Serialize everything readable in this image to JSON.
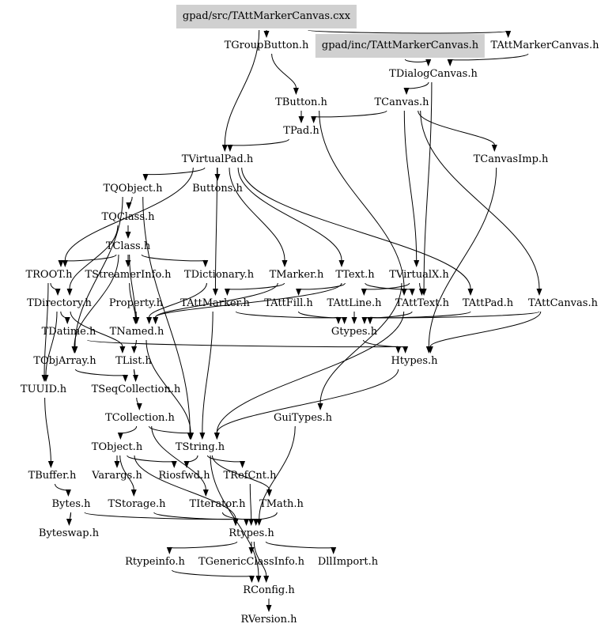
{
  "diagram": {
    "title": "Include dependency graph for gpad/src/TAttMarkerCanvas.cxx",
    "highlight_color": "#d0d0d0",
    "nodes": [
      {
        "id": "src_cxx",
        "label": "gpad/src/TAttMarkerCanvas.cxx",
        "root": true
      },
      {
        "id": "TGroupButton",
        "label": "TGroupButton.h"
      },
      {
        "id": "inc_h",
        "label": "gpad/inc/TAttMarkerCanvas.h",
        "root": true
      },
      {
        "id": "TAttMarkerCanvas",
        "label": "TAttMarkerCanvas.h"
      },
      {
        "id": "TDialogCanvas",
        "label": "TDialogCanvas.h"
      },
      {
        "id": "TButton",
        "label": "TButton.h"
      },
      {
        "id": "TCanvas",
        "label": "TCanvas.h"
      },
      {
        "id": "TPad",
        "label": "TPad.h"
      },
      {
        "id": "TVirtualPad",
        "label": "TVirtualPad.h"
      },
      {
        "id": "TCanvasImp",
        "label": "TCanvasImp.h"
      },
      {
        "id": "Buttons",
        "label": "Buttons.h"
      },
      {
        "id": "TQObject",
        "label": "TQObject.h"
      },
      {
        "id": "TQClass",
        "label": "TQClass.h"
      },
      {
        "id": "TClass",
        "label": "TClass.h"
      },
      {
        "id": "TROOT",
        "label": "TROOT.h"
      },
      {
        "id": "TStreamerInfo",
        "label": "TStreamerInfo.h"
      },
      {
        "id": "TDictionary",
        "label": "TDictionary.h"
      },
      {
        "id": "TMarker",
        "label": "TMarker.h"
      },
      {
        "id": "TText",
        "label": "TText.h"
      },
      {
        "id": "TVirtualX",
        "label": "TVirtualX.h"
      },
      {
        "id": "TDirectory",
        "label": "TDirectory.h"
      },
      {
        "id": "Property",
        "label": "Property.h"
      },
      {
        "id": "TAttMarker",
        "label": "TAttMarker.h"
      },
      {
        "id": "TAttFill",
        "label": "TAttFill.h"
      },
      {
        "id": "TAttLine",
        "label": "TAttLine.h"
      },
      {
        "id": "TAttText",
        "label": "TAttText.h"
      },
      {
        "id": "TAttPad",
        "label": "TAttPad.h"
      },
      {
        "id": "TAttCanvas",
        "label": "TAttCanvas.h"
      },
      {
        "id": "TDatime",
        "label": "TDatime.h"
      },
      {
        "id": "TNamed",
        "label": "TNamed.h"
      },
      {
        "id": "Gtypes",
        "label": "Gtypes.h"
      },
      {
        "id": "TObjArray",
        "label": "TObjArray.h"
      },
      {
        "id": "TList",
        "label": "TList.h"
      },
      {
        "id": "Htypes",
        "label": "Htypes.h"
      },
      {
        "id": "TUUID",
        "label": "TUUID.h"
      },
      {
        "id": "TSeqCollection",
        "label": "TSeqCollection.h"
      },
      {
        "id": "TCollection",
        "label": "TCollection.h"
      },
      {
        "id": "GuiTypes",
        "label": "GuiTypes.h"
      },
      {
        "id": "TObject",
        "label": "TObject.h"
      },
      {
        "id": "TString",
        "label": "TString.h"
      },
      {
        "id": "TBuffer",
        "label": "TBuffer.h"
      },
      {
        "id": "Varargs",
        "label": "Varargs.h"
      },
      {
        "id": "Riosfwd",
        "label": "Riosfwd.h"
      },
      {
        "id": "TRefCnt",
        "label": "TRefCnt.h"
      },
      {
        "id": "Bytes",
        "label": "Bytes.h"
      },
      {
        "id": "TStorage",
        "label": "TStorage.h"
      },
      {
        "id": "TIterator",
        "label": "TIterator.h"
      },
      {
        "id": "TMath",
        "label": "TMath.h"
      },
      {
        "id": "Byteswap",
        "label": "Byteswap.h"
      },
      {
        "id": "Rtypes",
        "label": "Rtypes.h"
      },
      {
        "id": "Rtypeinfo",
        "label": "Rtypeinfo.h"
      },
      {
        "id": "TGenericClassInfo",
        "label": "TGenericClassInfo.h"
      },
      {
        "id": "DllImport",
        "label": "DllImport.h"
      },
      {
        "id": "RConfig",
        "label": "RConfig.h"
      },
      {
        "id": "RVersion",
        "label": "RVersion.h"
      }
    ],
    "edges": [
      [
        "src_cxx",
        "TGroupButton"
      ],
      [
        "src_cxx",
        "TAttMarkerCanvas"
      ],
      [
        "src_cxx",
        "TVirtualPad"
      ],
      [
        "inc_h",
        "TDialogCanvas"
      ],
      [
        "TAttMarkerCanvas",
        "TDialogCanvas"
      ],
      [
        "TGroupButton",
        "TButton"
      ],
      [
        "TDialogCanvas",
        "TCanvas"
      ],
      [
        "TDialogCanvas",
        "TAttText"
      ],
      [
        "TButton",
        "TPad"
      ],
      [
        "TButton",
        "TAttText"
      ],
      [
        "TCanvas",
        "TPad"
      ],
      [
        "TCanvas",
        "TCanvasImp"
      ],
      [
        "TCanvas",
        "TAttCanvas"
      ],
      [
        "TCanvas",
        "TVirtualX"
      ],
      [
        "TPad",
        "TVirtualPad"
      ],
      [
        "TVirtualPad",
        "Buttons"
      ],
      [
        "TVirtualPad",
        "TQObject"
      ],
      [
        "TVirtualPad",
        "TAttPad"
      ],
      [
        "TVirtualPad",
        "TAttMarker"
      ],
      [
        "TVirtualPad",
        "TText"
      ],
      [
        "TVirtualPad",
        "TMarker"
      ],
      [
        "TVirtualPad",
        "TROOT"
      ],
      [
        "TCanvasImp",
        "Htypes"
      ],
      [
        "TQObject",
        "TQClass"
      ],
      [
        "TQObject",
        "TString"
      ],
      [
        "TQObject",
        "TObjArray"
      ],
      [
        "TQClass",
        "TClass"
      ],
      [
        "TQClass",
        "TDirectory"
      ],
      [
        "TClass",
        "TROOT"
      ],
      [
        "TClass",
        "TStreamerInfo"
      ],
      [
        "TClass",
        "TDictionary"
      ],
      [
        "TClass",
        "TObjArray"
      ],
      [
        "TClass",
        "TNamed"
      ],
      [
        "TROOT",
        "TDirectory"
      ],
      [
        "TROOT",
        "TUUID"
      ],
      [
        "TStreamerInfo",
        "TNamed"
      ],
      [
        "TDictionary",
        "TNamed"
      ],
      [
        "Property",
        "TNamed"
      ],
      [
        "TDirectory",
        "TDatime"
      ],
      [
        "TDirectory",
        "TList"
      ],
      [
        "TDirectory",
        "TUUID"
      ],
      [
        "TMarker",
        "TAttMarker"
      ],
      [
        "TMarker",
        "TNamed"
      ],
      [
        "TText",
        "TAttText"
      ],
      [
        "TText",
        "TAttFill"
      ],
      [
        "TText",
        "TNamed"
      ],
      [
        "TVirtualX",
        "TAttText"
      ],
      [
        "TVirtualX",
        "GuiTypes"
      ],
      [
        "TVirtualX",
        "TAttLine"
      ],
      [
        "TAttMarker",
        "Gtypes"
      ],
      [
        "TAttMarker",
        "TString"
      ],
      [
        "TAttFill",
        "Gtypes"
      ],
      [
        "TAttLine",
        "Gtypes"
      ],
      [
        "TAttText",
        "Gtypes"
      ],
      [
        "TAttText",
        "TString"
      ],
      [
        "TAttPad",
        "Gtypes"
      ],
      [
        "TAttCanvas",
        "Gtypes"
      ],
      [
        "TAttCanvas",
        "Htypes"
      ],
      [
        "Gtypes",
        "Htypes"
      ],
      [
        "TDatime",
        "Htypes"
      ],
      [
        "TNamed",
        "TList"
      ],
      [
        "TNamed",
        "TString"
      ],
      [
        "TObjArray",
        "TSeqCollection"
      ],
      [
        "TList",
        "TSeqCollection"
      ],
      [
        "TSeqCollection",
        "TCollection"
      ],
      [
        "TCollection",
        "TObject"
      ],
      [
        "TCollection",
        "TString"
      ],
      [
        "TCollection",
        "TIterator"
      ],
      [
        "TUUID",
        "TBuffer"
      ],
      [
        "Htypes",
        "TString"
      ],
      [
        "TObject",
        "Varargs"
      ],
      [
        "TObject",
        "Riosfwd"
      ],
      [
        "TObject",
        "TStorage"
      ],
      [
        "TObject",
        "Rtypes"
      ],
      [
        "TString",
        "Riosfwd"
      ],
      [
        "TString",
        "TRefCnt"
      ],
      [
        "TString",
        "TMath"
      ],
      [
        "TString",
        "RConfig"
      ],
      [
        "TBuffer",
        "Bytes"
      ],
      [
        "Bytes",
        "Byteswap"
      ],
      [
        "Bytes",
        "Rtypes"
      ],
      [
        "TStorage",
        "Rtypes"
      ],
      [
        "TIterator",
        "Rtypes"
      ],
      [
        "TRefCnt",
        "Rtypes"
      ],
      [
        "TMath",
        "Rtypes"
      ],
      [
        "GuiTypes",
        "Rtypes"
      ],
      [
        "Rtypes",
        "Rtypeinfo"
      ],
      [
        "Rtypes",
        "TGenericClassInfo"
      ],
      [
        "Rtypes",
        "DllImport"
      ],
      [
        "Rtypes",
        "RConfig"
      ],
      [
        "Rtypeinfo",
        "RConfig"
      ],
      [
        "RConfig",
        "RVersion"
      ]
    ]
  }
}
